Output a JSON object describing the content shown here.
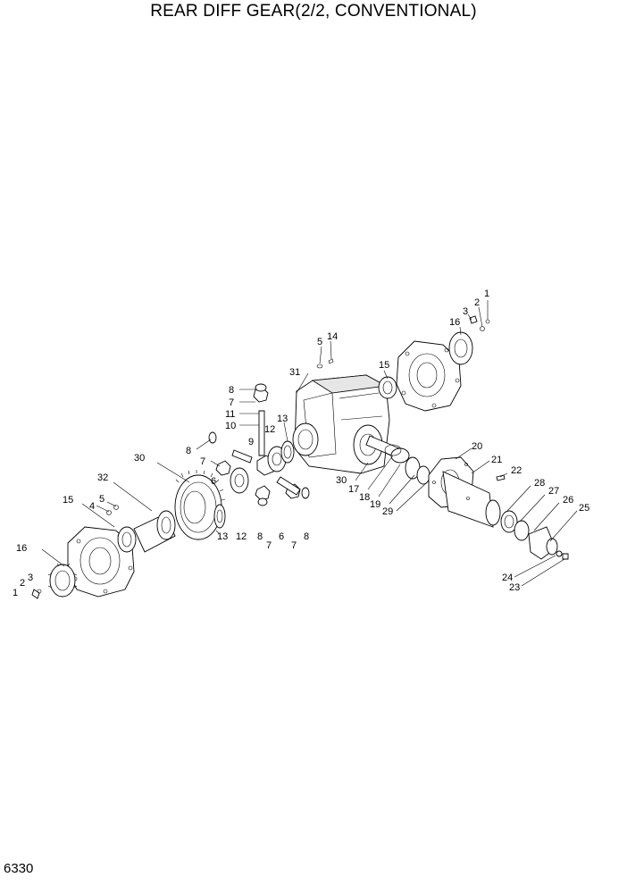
{
  "title": "REAR DIFF GEAR(2/2, CONVENTIONAL)",
  "page_number": "6330",
  "callouts": [
    "1",
    "2",
    "3",
    "16",
    "5",
    "14",
    "31",
    "15",
    "8",
    "7",
    "11",
    "10",
    "13",
    "12",
    "9",
    "6",
    "30",
    "32",
    "4",
    "20",
    "21",
    "22",
    "28",
    "27",
    "26",
    "25",
    "17",
    "18",
    "19",
    "29",
    "24",
    "23"
  ]
}
